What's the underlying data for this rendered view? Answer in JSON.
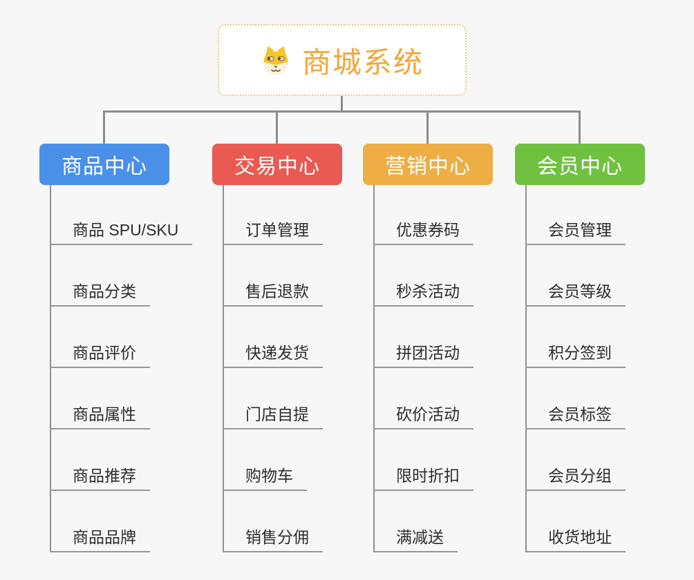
{
  "root": {
    "label": "商城系统",
    "icon": "shiba-dog-icon",
    "text_color": "#f2a63c",
    "border_color": "#eec27c"
  },
  "branches": [
    {
      "label": "商品中心",
      "color": "#4a8fe8",
      "children": [
        "商品 SPU/SKU",
        "商品分类",
        "商品评价",
        "商品属性",
        "商品推荐",
        "商品品牌"
      ]
    },
    {
      "label": "交易中心",
      "color": "#e85a52",
      "children": [
        "订单管理",
        "售后退款",
        "快递发货",
        "门店自提",
        "购物车",
        "销售分佣"
      ]
    },
    {
      "label": "营销中心",
      "color": "#edae45",
      "children": [
        "优惠券码",
        "秒杀活动",
        "拼团活动",
        "砍价活动",
        "限时折扣",
        "满减送"
      ]
    },
    {
      "label": "会员中心",
      "color": "#70c13f",
      "children": [
        "会员管理",
        "会员等级",
        "积分签到",
        "会员标签",
        "会员分组",
        "收货地址"
      ]
    }
  ],
  "colors": {
    "background": "#f7f7f7",
    "connector_line": "#8c8c8c",
    "child_line": "#979797",
    "child_text": "#2d2d2d"
  }
}
